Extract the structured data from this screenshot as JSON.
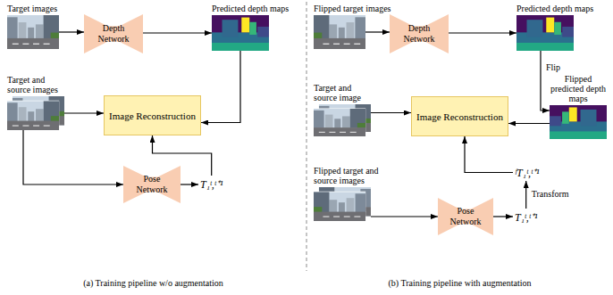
{
  "diagram": {
    "nodes": [
      {
        "text": [
          "Target images"
        ]
      },
      {
        "text": [
          "Depth Network"
        ]
      },
      {
        "text": [
          "Predicted depth maps"
        ]
      },
      {
        "text": [
          "Target and source images"
        ]
      },
      {
        "text": [
          "Image Reconstruction"
        ]
      },
      {
        "text": [
          "Pose Network"
        ]
      },
      {
        "text": [
          "T₁ᵗ,ᵗ⁺¹"
        ]
      },
      {
        "text": [
          "Flipped target images"
        ]
      },
      {
        "text": [
          "Depth Network"
        ]
      },
      {
        "text": [
          "Predicted depth maps"
        ]
      },
      {
        "text": [
          "Flipped predicted depth maps"
        ]
      },
      {
        "text": [
          "Target and source image"
        ]
      },
      {
        "text": [
          "Image Reconstruction"
        ]
      },
      {
        "text": [
          "Flipped target and source images"
        ]
      },
      {
        "text": [
          "Pose Network"
        ]
      },
      {
        "text": [
          "T₁ᵗ,ᵗ⁺¹"
        ]
      },
      {
        "text": [
          "ᶠT₁ᵗ,ᵗ⁺¹"
        ]
      }
    ],
    "edges": [
      {
        "from": 0,
        "to": 1,
        "arrow": "to"
      },
      {
        "from": 1,
        "to": 2,
        "arrow": "to"
      },
      {
        "from": 2,
        "to": 4,
        "arrow": "to"
      },
      {
        "from": 3,
        "to": 4,
        "arrow": "to"
      },
      {
        "from": 3,
        "to": 5,
        "arrow": "to"
      },
      {
        "from": 5,
        "to": 6,
        "arrow": "to"
      },
      {
        "from": 6,
        "to": 4,
        "arrow": "to"
      },
      {
        "from": 7,
        "to": 8,
        "arrow": "to"
      },
      {
        "from": 8,
        "to": 9,
        "arrow": "to"
      },
      {
        "from": 9,
        "to": 10,
        "label": "Flip",
        "arrow": "to"
      },
      {
        "from": 10,
        "to": 12,
        "arrow": "to"
      },
      {
        "from": 11,
        "to": 12,
        "arrow": "to"
      },
      {
        "from": 13,
        "to": 14,
        "arrow": "to"
      },
      {
        "from": 14,
        "to": 15,
        "arrow": "to"
      },
      {
        "from": 15,
        "to": 16,
        "label": "Transform",
        "arrow": "to"
      },
      {
        "from": 16,
        "to": 12,
        "arrow": "to"
      }
    ],
    "labels": [
      "(a) Training pipeline w/o augmentation",
      "(b) Training pipeline with augmentation"
    ]
  }
}
